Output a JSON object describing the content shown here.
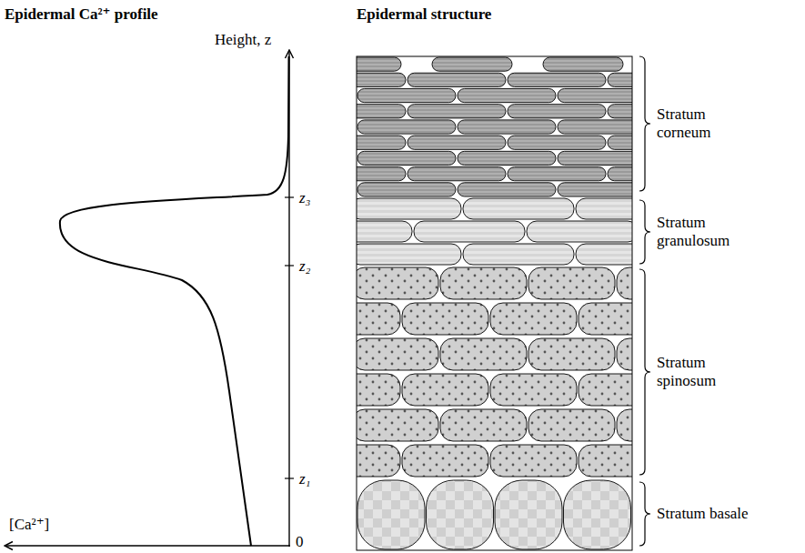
{
  "diagram": {
    "labels": [
      "Epidermal Ca²⁺ profile",
      "Epidermal structure",
      "Height, z",
      "z₃",
      "z₂",
      "z₁",
      "[Ca²⁺]",
      "0",
      "Stratum corneum",
      "Stratum granulosum",
      "Stratum spinosum",
      "Stratum basale"
    ]
  }
}
